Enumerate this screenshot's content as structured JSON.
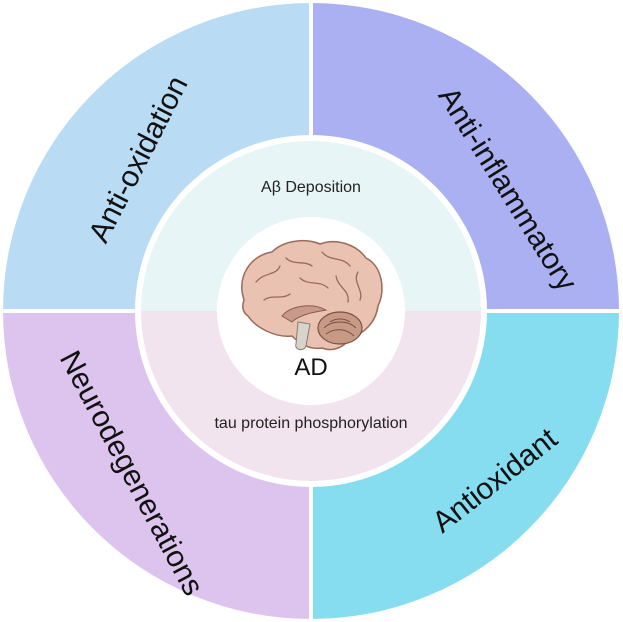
{
  "diagram": {
    "center": {
      "label": "AD",
      "icon": "brain-icon"
    },
    "inner_ring": {
      "top_label": "Aβ Deposition",
      "bottom_label": "tau protein phosphorylation",
      "top_color": "#e8f5f6",
      "bottom_color": "#f2e4ee"
    },
    "outer_segments": [
      {
        "id": "anti-oxidation",
        "label": "Anti-oxidation",
        "color": "#b9dbf3"
      },
      {
        "id": "anti-inflammatory",
        "label": "Anti-inflammatory",
        "color": "#aab0f2"
      },
      {
        "id": "antioxidant",
        "label": "Antioxidant",
        "color": "#86ddef"
      },
      {
        "id": "neurodegenerations",
        "label": "Neurodegenerations",
        "color": "#dcc4ee"
      }
    ]
  }
}
